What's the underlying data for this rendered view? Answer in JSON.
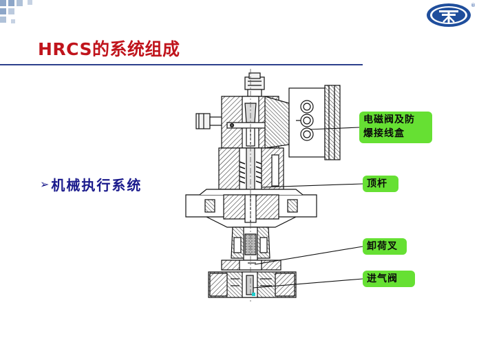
{
  "slide": {
    "title": "HRCS的系统组成",
    "bullet": "机械执行系统"
  },
  "logo": {
    "registered_mark": "®"
  },
  "callouts": [
    {
      "line1": "电磁阀及防",
      "line2": "爆接线盒"
    },
    {
      "line1": "顶杆"
    },
    {
      "line1": "卸荷叉"
    },
    {
      "line1": "进气阀"
    }
  ],
  "colors": {
    "title": "#c0141c",
    "rule": "#2b3f8c",
    "bullet_text": "#1a1a8c",
    "callout_bg": "#66e033"
  }
}
